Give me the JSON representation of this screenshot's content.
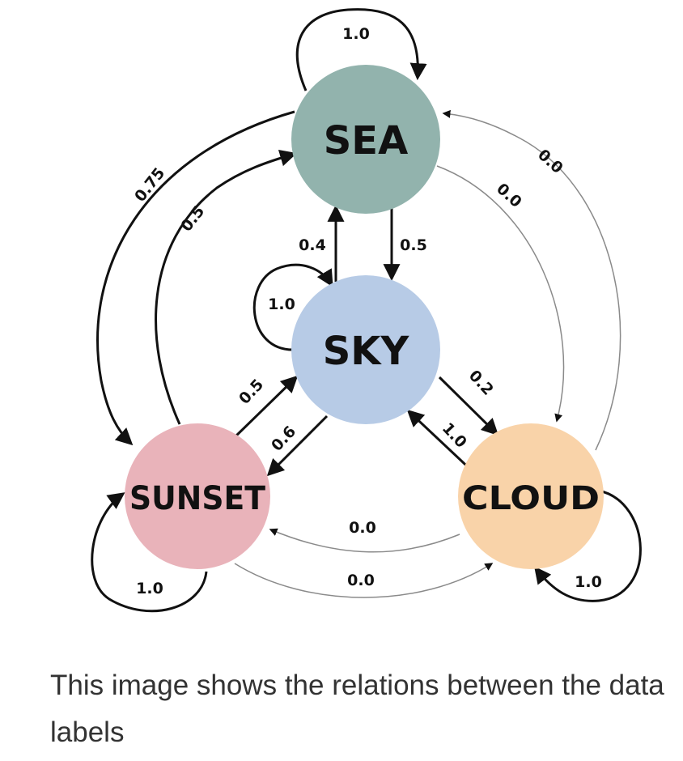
{
  "caption": "This image shows the relations between the data labels",
  "colors": {
    "sea": "#92b3ad",
    "sky": "#b7cbe6",
    "sunset": "#e9b3ba",
    "cloud": "#f9d3a9",
    "arrow": "#111111",
    "faint_arrow": "#8a8a8a"
  },
  "nodes": {
    "sea": "SEA",
    "sky": "SKY",
    "sunset": "SUNSET",
    "cloud": "CLOUD"
  },
  "edges": {
    "sea_sea": "1.0",
    "sea_sunset": "0.75",
    "sunset_sea": "0.5",
    "cloud_sea": "0.0",
    "sea_cloud": "0.0",
    "sky_sea": "0.4",
    "sea_sky": "0.5",
    "sky_sky": "1.0",
    "sunset_sky": "0.5",
    "sky_sunset": "0.6",
    "sky_cloud": "0.2",
    "cloud_sky": "1.0",
    "cloud_sunset": "0.0",
    "sunset_cloud": "0.0",
    "sunset_sunset": "1.0",
    "cloud_cloud": "1.0"
  }
}
